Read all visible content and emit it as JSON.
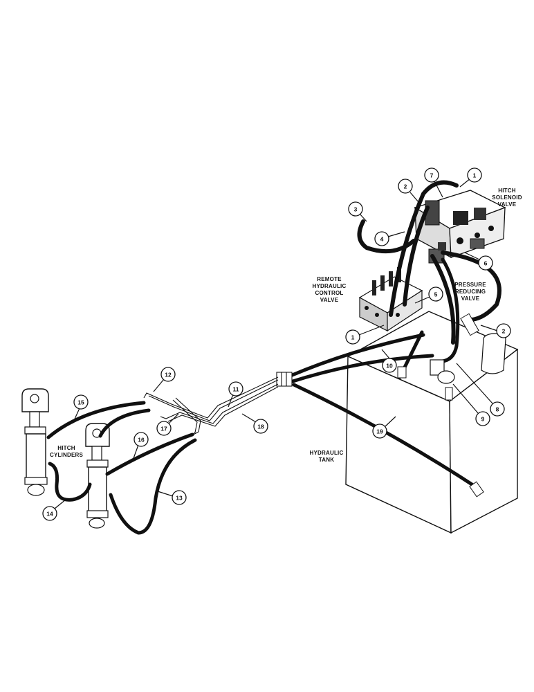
{
  "labels": {
    "hitch_solenoid": [
      "HITCH",
      "SOLENOID",
      "VALVE"
    ],
    "remote_valve": [
      "REMOTE",
      "HYDRAULIC",
      "CONTROL",
      "VALVE"
    ],
    "pressure_valve": [
      "PRESSURE",
      "REDUCING",
      "VALVE"
    ],
    "hitch_cylinders": [
      "HITCH",
      "CYLINDERS"
    ],
    "hydraulic_tank": [
      "HYDRAULIC",
      "TANK"
    ]
  },
  "callouts": {
    "c1a": "1",
    "c7": "7",
    "c2a": "2",
    "c3": "3",
    "c4": "4",
    "c6": "6",
    "c5": "5",
    "c1b": "1",
    "c2b": "2",
    "c10": "10",
    "c8": "8",
    "c9": "9",
    "c12": "12",
    "c11": "11",
    "c15": "15",
    "c17": "17",
    "c18": "18",
    "c16": "16",
    "c19": "19",
    "c13": "13",
    "c14": "14"
  }
}
